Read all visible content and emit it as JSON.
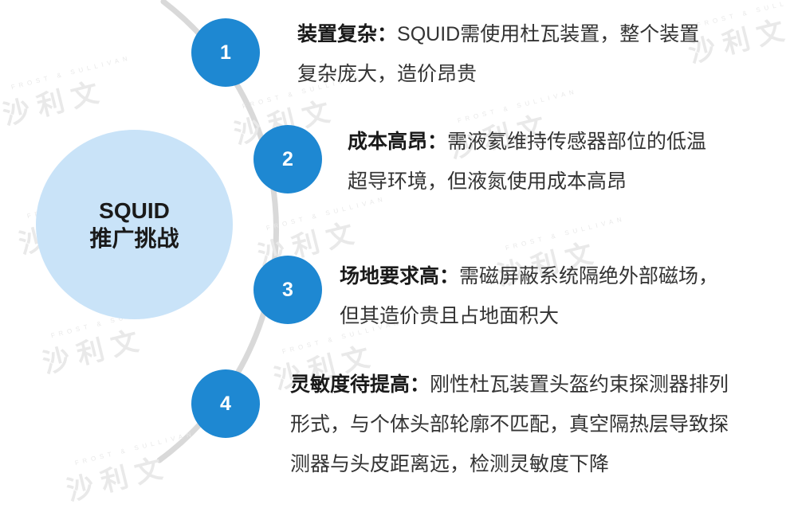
{
  "center": {
    "line1": "SQUID",
    "line2": "推广挑战"
  },
  "items": [
    {
      "number": "1",
      "title": "装置复杂：",
      "line1": "SQUID需使用杜瓦装置，整个装置",
      "line2": "复杂庞大，造价昂贵"
    },
    {
      "number": "2",
      "title": "成本高昂：",
      "line1": "需液氦维持传感器部位的低温",
      "line2": "超导环境，但液氮使用成本高昂"
    },
    {
      "number": "3",
      "title": "场地要求高：",
      "line1": "需磁屏蔽系统隔绝外部磁场，",
      "line2": "但其造价贵且占地面积大"
    },
    {
      "number": "4",
      "title": "灵敏度待提高：",
      "line1": "刚性杜瓦装置头盔约束探测器排列",
      "line2": "形式，与个体头部轮廓不匹配，真空隔热层导致探",
      "line3": "测器与头皮距离远，检测灵敏度下降"
    }
  ],
  "watermark": {
    "text": "沙利文",
    "subtext": "FROST & SULLIVAN"
  },
  "colors": {
    "accent": "#1e88d2",
    "center_fill": "#c9e3f8",
    "arc": "#d9d9d9"
  }
}
